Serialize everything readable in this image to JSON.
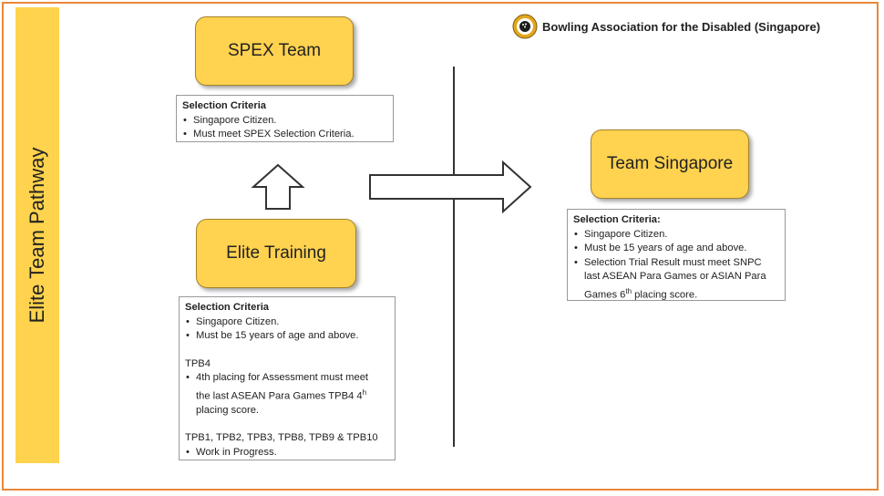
{
  "sidebar": {
    "title": "Elite Team Pathway"
  },
  "header": {
    "org_name": "Bowling Association for the Disabled (Singapore)"
  },
  "spex": {
    "title": "SPEX Team",
    "criteria_heading": "Selection Criteria",
    "criteria": [
      "Singapore Citizen.",
      "Must meet SPEX Selection Criteria."
    ]
  },
  "elite": {
    "title": "Elite Training",
    "criteria_heading": "Selection Criteria",
    "criteria": [
      "Singapore Citizen.",
      "Must be 15 years of age and above."
    ],
    "tpb4_heading": "TPB4",
    "tpb4_line1": "4th placing for Assessment must meet",
    "tpb4_line2": "the last ASEAN Para Games TPB4 4",
    "tpb4_sup": "h",
    "tpb4_line3": "placing score.",
    "others_heading": "TPB1, TPB2, TPB3, TPB8, TPB9 & TPB10",
    "others_items": [
      "Work in Progress."
    ]
  },
  "team": {
    "title": "Team Singapore",
    "criteria_heading": "Selection Criteria:",
    "criteria": [
      "Singapore Citizen.",
      "Must be 15 years of age and above."
    ],
    "trial_line1": "Selection Trial Result must meet SNPC",
    "trial_line2": "last ASEAN Para Games or ASIAN Para",
    "trial_line3_pre": "Games 6",
    "trial_sup": "th",
    "trial_line3_post": " placing score."
  },
  "colors": {
    "accent": "#ffd24f",
    "sidebar": "#ffd34d",
    "frame": "#e8883a"
  }
}
